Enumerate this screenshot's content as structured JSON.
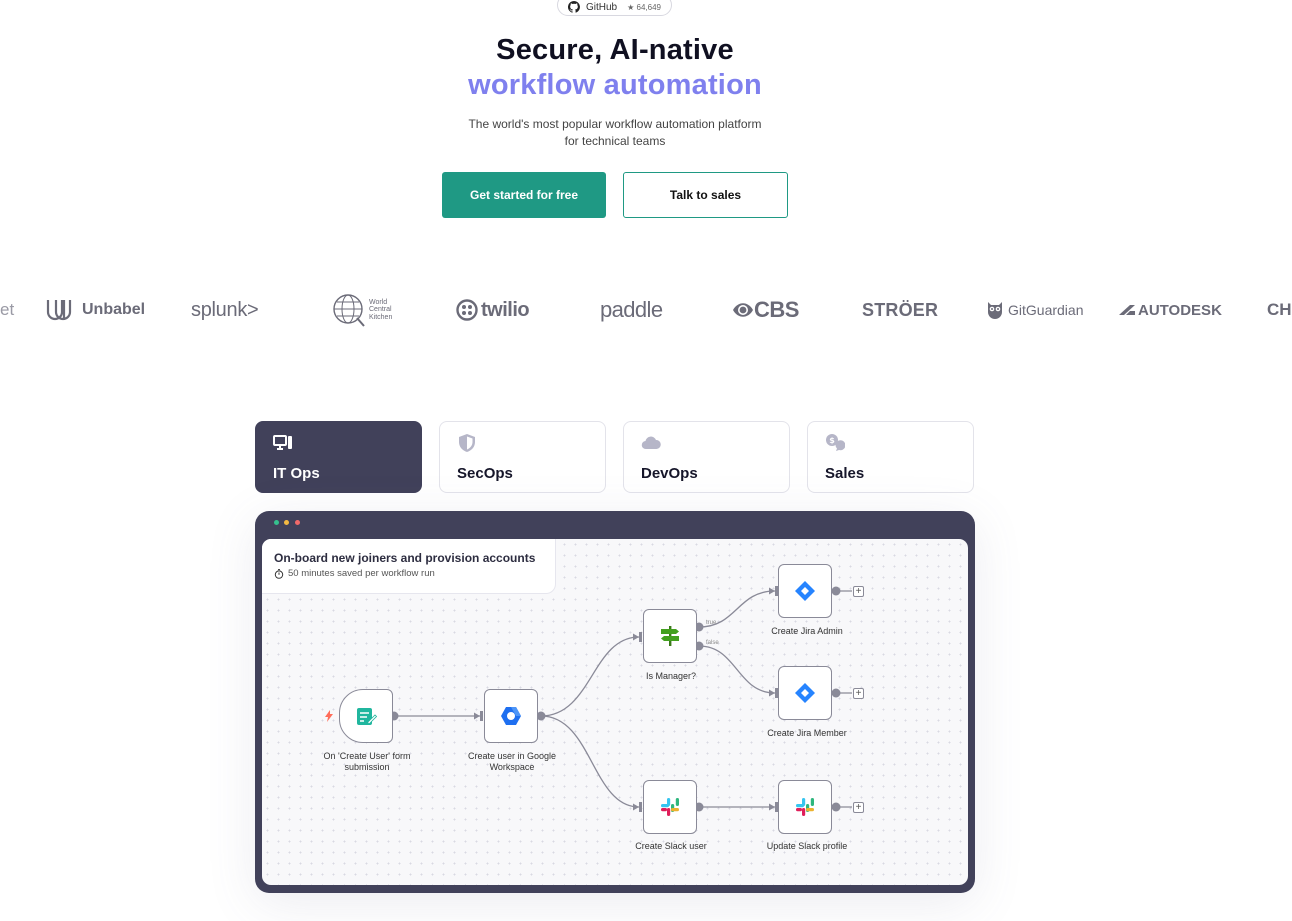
{
  "github": {
    "label": "GitHub",
    "stars": "★ 64,649"
  },
  "hero": {
    "title_line1": "Secure, AI-native",
    "title_line2": "workflow automation",
    "subtitle": "The world's most popular workflow automation platform for technical teams",
    "cta_primary": "Get started for free",
    "cta_secondary": "Talk to sales"
  },
  "logos": {
    "edge_left": "et",
    "unbabel": "Unbabel",
    "splunk": "splunk>",
    "wck": "World Central Kitchen",
    "twilio": "twilio",
    "paddle": "paddle",
    "cbs": "CBS",
    "stroer": "STRÖER",
    "gitguardian": "GitGuardian",
    "autodesk": "AUTODESK",
    "edge_right": "CH"
  },
  "tabs": [
    {
      "label": "IT Ops",
      "icon": "computer-icon",
      "active": true
    },
    {
      "label": "SecOps",
      "icon": "shield-icon",
      "active": false
    },
    {
      "label": "DevOps",
      "icon": "cloud-icon",
      "active": false
    },
    {
      "label": "Sales",
      "icon": "sales-chat-icon",
      "active": false
    }
  ],
  "workflow": {
    "title": "On-board new joiners and provision accounts",
    "saved": "50 minutes saved per workflow run",
    "nodes": {
      "form": "On 'Create User' form submission",
      "google": "Create user in Google Workspace",
      "manager": "Is Manager?",
      "jira_admin": "Create Jira Admin",
      "jira_member": "Create Jira Member",
      "slack_create": "Create Slack user",
      "slack_update": "Update Slack profile"
    },
    "branch_true": "true",
    "branch_false": "false",
    "plus": "+"
  },
  "colors": {
    "accent": "#1f9984",
    "purple": "#7f80ee",
    "dark": "#41415a"
  }
}
